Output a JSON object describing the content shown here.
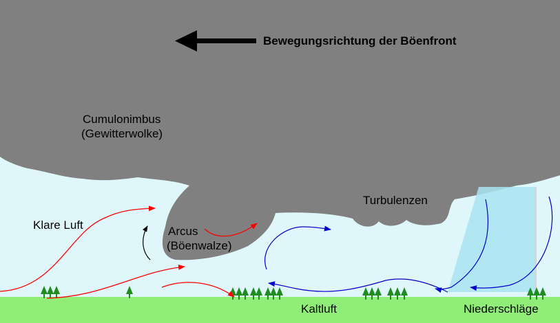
{
  "labels": {
    "direction": "Bewegungsrichtung der Böenfront",
    "cb_line1": "Cumulonimbus",
    "cb_line2": "(Gewitterwolke)",
    "clear_air": "Klare Luft",
    "arcus_line1": "Arcus",
    "arcus_line2": "(Böenwalze)",
    "turbulence": "Turbulenzen",
    "cold_air": "Kaltluft",
    "precipitation": "Niederschläge"
  },
  "colors": {
    "sky": "#dff7fb",
    "cloud": "#808080",
    "ground": "#90ee78",
    "warm_flow": "#ff0000",
    "cold_flow": "#0000cc",
    "neutral_flow": "#000000",
    "tree": "#1e8c1e",
    "rain": "#a8e4f0"
  }
}
